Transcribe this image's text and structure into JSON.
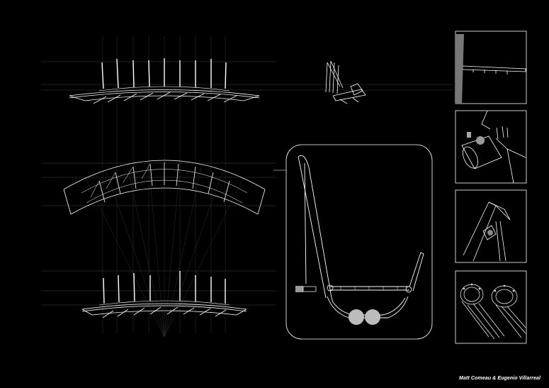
{
  "sheet": {
    "credit": "Matt Comeau & Eugenio Villarreal",
    "background": "#000000",
    "line_color": "#ffffff",
    "guide_color": "#4a4a4a"
  },
  "drawings": {
    "elevation_top": "bridge elevation",
    "plan": "bridge plan",
    "elevation_bottom": "bridge elevation",
    "side_view": "side elevation",
    "section": "cross section",
    "details": [
      "deck edge detail",
      "bolt connection detail",
      "mast joint detail",
      "pipe flange detail"
    ]
  }
}
